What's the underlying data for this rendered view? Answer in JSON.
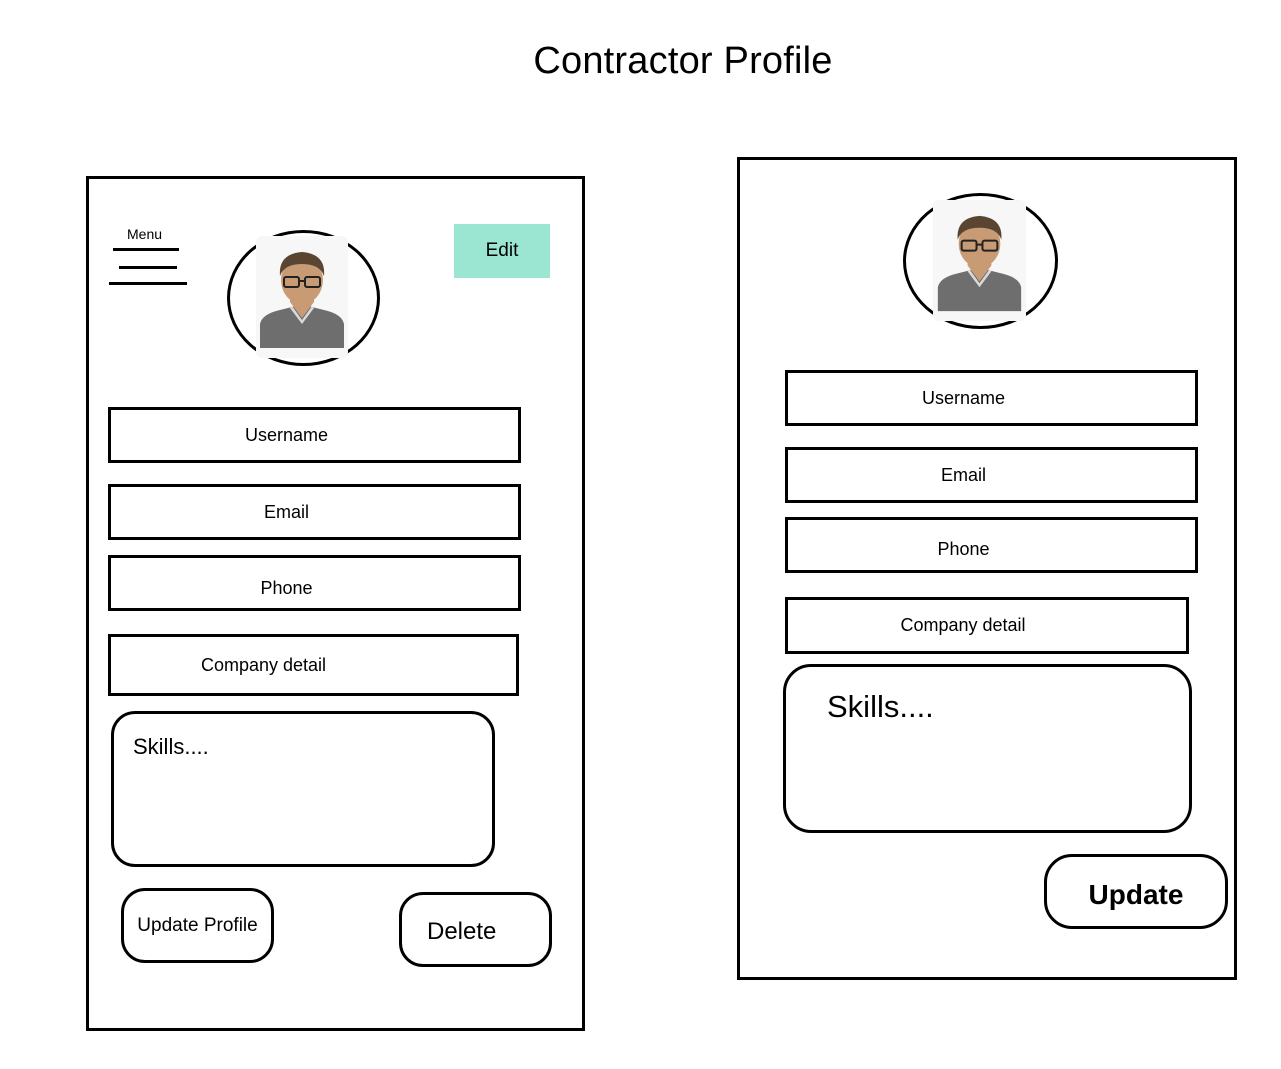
{
  "page": {
    "title": "Contractor Profile"
  },
  "left_screen": {
    "menu_label": "Menu",
    "edit_label": "Edit",
    "fields": {
      "username": "Username",
      "email": "Email",
      "phone": "Phone",
      "company": "Company detail"
    },
    "skills_placeholder": "Skills....",
    "update_profile_label": "Update Profile",
    "delete_label": "Delete"
  },
  "right_screen": {
    "fields": {
      "username": "Username",
      "email": "Email",
      "phone": "Phone",
      "company": "Company detail"
    },
    "skills_placeholder": "Skills....",
    "update_label": "Update"
  },
  "colors": {
    "edit_button_bg": "#9be6d2",
    "border": "#000000",
    "avatar_shirt": "#6e6e6e",
    "avatar_skin": "#c89b74",
    "avatar_hair": "#5a4532"
  },
  "icons": {
    "menu": "hamburger-menu-icon",
    "avatar": "user-avatar-icon"
  }
}
